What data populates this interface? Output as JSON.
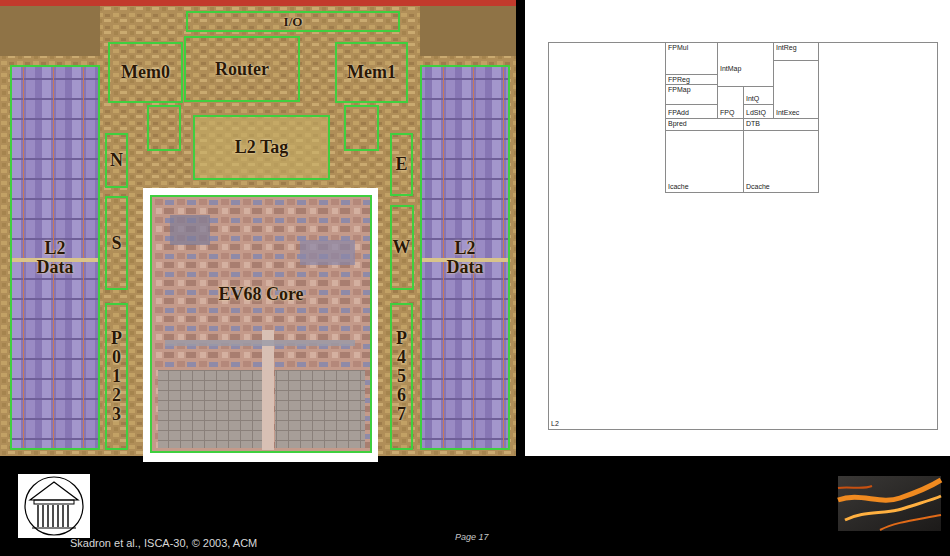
{
  "diagram": {
    "nodes": [
      {
        "text": [
          "I/O"
        ]
      },
      {
        "text": [
          "Mem0"
        ]
      },
      {
        "text": [
          "Router"
        ]
      },
      {
        "text": [
          "Mem1"
        ]
      },
      {
        "text": [
          "L2 Data"
        ]
      },
      {
        "text": [
          "L2 Tag"
        ]
      },
      {
        "text": [
          "L2 Data"
        ]
      },
      {
        "text": [
          "N"
        ]
      },
      {
        "text": [
          "E"
        ]
      },
      {
        "text": [
          "S"
        ]
      },
      {
        "text": [
          "W"
        ]
      },
      {
        "text": [
          "EV68 Core"
        ]
      },
      {
        "text": [
          "P 0 1 2 3"
        ]
      },
      {
        "text": [
          "P 4 5 6 7"
        ]
      },
      {
        "text": [
          "L2"
        ]
      },
      {
        "text": [
          "FPMul"
        ],
        "in": 14
      },
      {
        "text": [
          "IntMap"
        ],
        "in": 14
      },
      {
        "text": [
          "IntReg"
        ],
        "in": 14
      },
      {
        "text": [
          "FPReg"
        ],
        "in": 14
      },
      {
        "text": [
          "FPMap"
        ],
        "in": 14
      },
      {
        "text": [
          "IntQ"
        ],
        "in": 14
      },
      {
        "text": [
          "IntExec"
        ],
        "in": 14
      },
      {
        "text": [
          "FPAdd"
        ],
        "in": 14
      },
      {
        "text": [
          "FPQ"
        ],
        "in": 14
      },
      {
        "text": [
          "LdStQ"
        ],
        "in": 14
      },
      {
        "text": [
          "Bpred"
        ],
        "in": 14
      },
      {
        "text": [
          "DTB"
        ],
        "in": 14
      },
      {
        "text": [
          "Icache"
        ],
        "in": 14
      },
      {
        "text": [
          "Dcache"
        ],
        "in": 14
      }
    ],
    "labels": [
      "Skadron et al., ISCA-30, © 2003, ACM",
      "Page 17"
    ]
  }
}
